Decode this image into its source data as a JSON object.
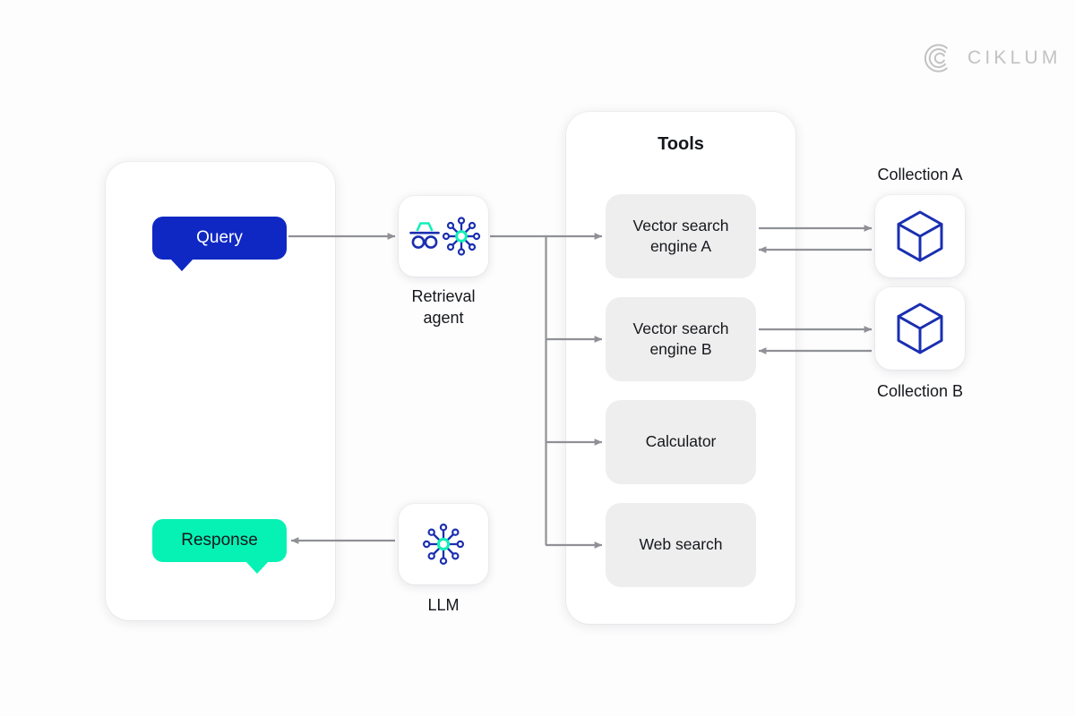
{
  "brand": {
    "name": "CIKLUM",
    "mark": "ciklum-c-logo",
    "color": "#c2c2c4"
  },
  "colors": {
    "background": "#fdfdfd",
    "panel": "#ffffff",
    "tool_box": "#eeeeee",
    "query_blue": "#0f28c3",
    "response_teal": "#06f2b4",
    "icon_blue": "#1a2fb0",
    "icon_teal": "#12efb8",
    "connector_gray": "#8f9196",
    "text": "#15171c"
  },
  "left_panel": {
    "name": "user-conversation-panel",
    "bubbles": [
      {
        "id": "query",
        "label": "Query",
        "tail": "left-bottom",
        "fill": "#0f28c3",
        "text_color": "#ffffff"
      },
      {
        "id": "response",
        "label": "Response",
        "tail": "right-bottom",
        "fill": "#06f2b4",
        "text_color": "#15171c"
      }
    ]
  },
  "nodes": {
    "agent": {
      "label": "Retrieval\nagent",
      "label_line1": "Retrieval",
      "label_line2": "agent",
      "icon": "detective-network-icon"
    },
    "llm": {
      "label": "LLM",
      "icon": "network-hub-icon"
    },
    "collection_a": {
      "label": "Collection A",
      "icon": "cube-icon",
      "label_position": "above"
    },
    "collection_b": {
      "label": "Collection B",
      "icon": "cube-icon",
      "label_position": "below"
    }
  },
  "tools_panel": {
    "title": "Tools",
    "items": [
      {
        "id": "vector-search-engine-a",
        "label": "Vector search\nengine A",
        "line1": "Vector search",
        "line2": "engine A"
      },
      {
        "id": "vector-search-engine-b",
        "label": "Vector search\nengine B",
        "line1": "Vector search",
        "line2": "engine B"
      },
      {
        "id": "calculator",
        "label": "Calculator",
        "line1": "Calculator",
        "line2": ""
      },
      {
        "id": "web-search",
        "label": "Web search",
        "line1": "Web search",
        "line2": ""
      }
    ]
  },
  "connectors": [
    {
      "from": "query",
      "to": "retrieval-agent",
      "direction": "right"
    },
    {
      "from": "retrieval-agent",
      "to": "tools-bus",
      "direction": "right"
    },
    {
      "from": "tools-bus",
      "to": "vector-search-engine-a",
      "direction": "right"
    },
    {
      "from": "tools-bus",
      "to": "vector-search-engine-b",
      "direction": "right"
    },
    {
      "from": "tools-bus",
      "to": "calculator",
      "direction": "right"
    },
    {
      "from": "tools-bus",
      "to": "web-search",
      "direction": "right"
    },
    {
      "from": "vector-search-engine-a",
      "to": "collection-a",
      "direction": "right"
    },
    {
      "from": "collection-a",
      "to": "vector-search-engine-a",
      "direction": "left"
    },
    {
      "from": "vector-search-engine-b",
      "to": "collection-b",
      "direction": "right"
    },
    {
      "from": "collection-b",
      "to": "vector-search-engine-b",
      "direction": "left"
    },
    {
      "from": "llm",
      "to": "response",
      "direction": "left"
    }
  ]
}
